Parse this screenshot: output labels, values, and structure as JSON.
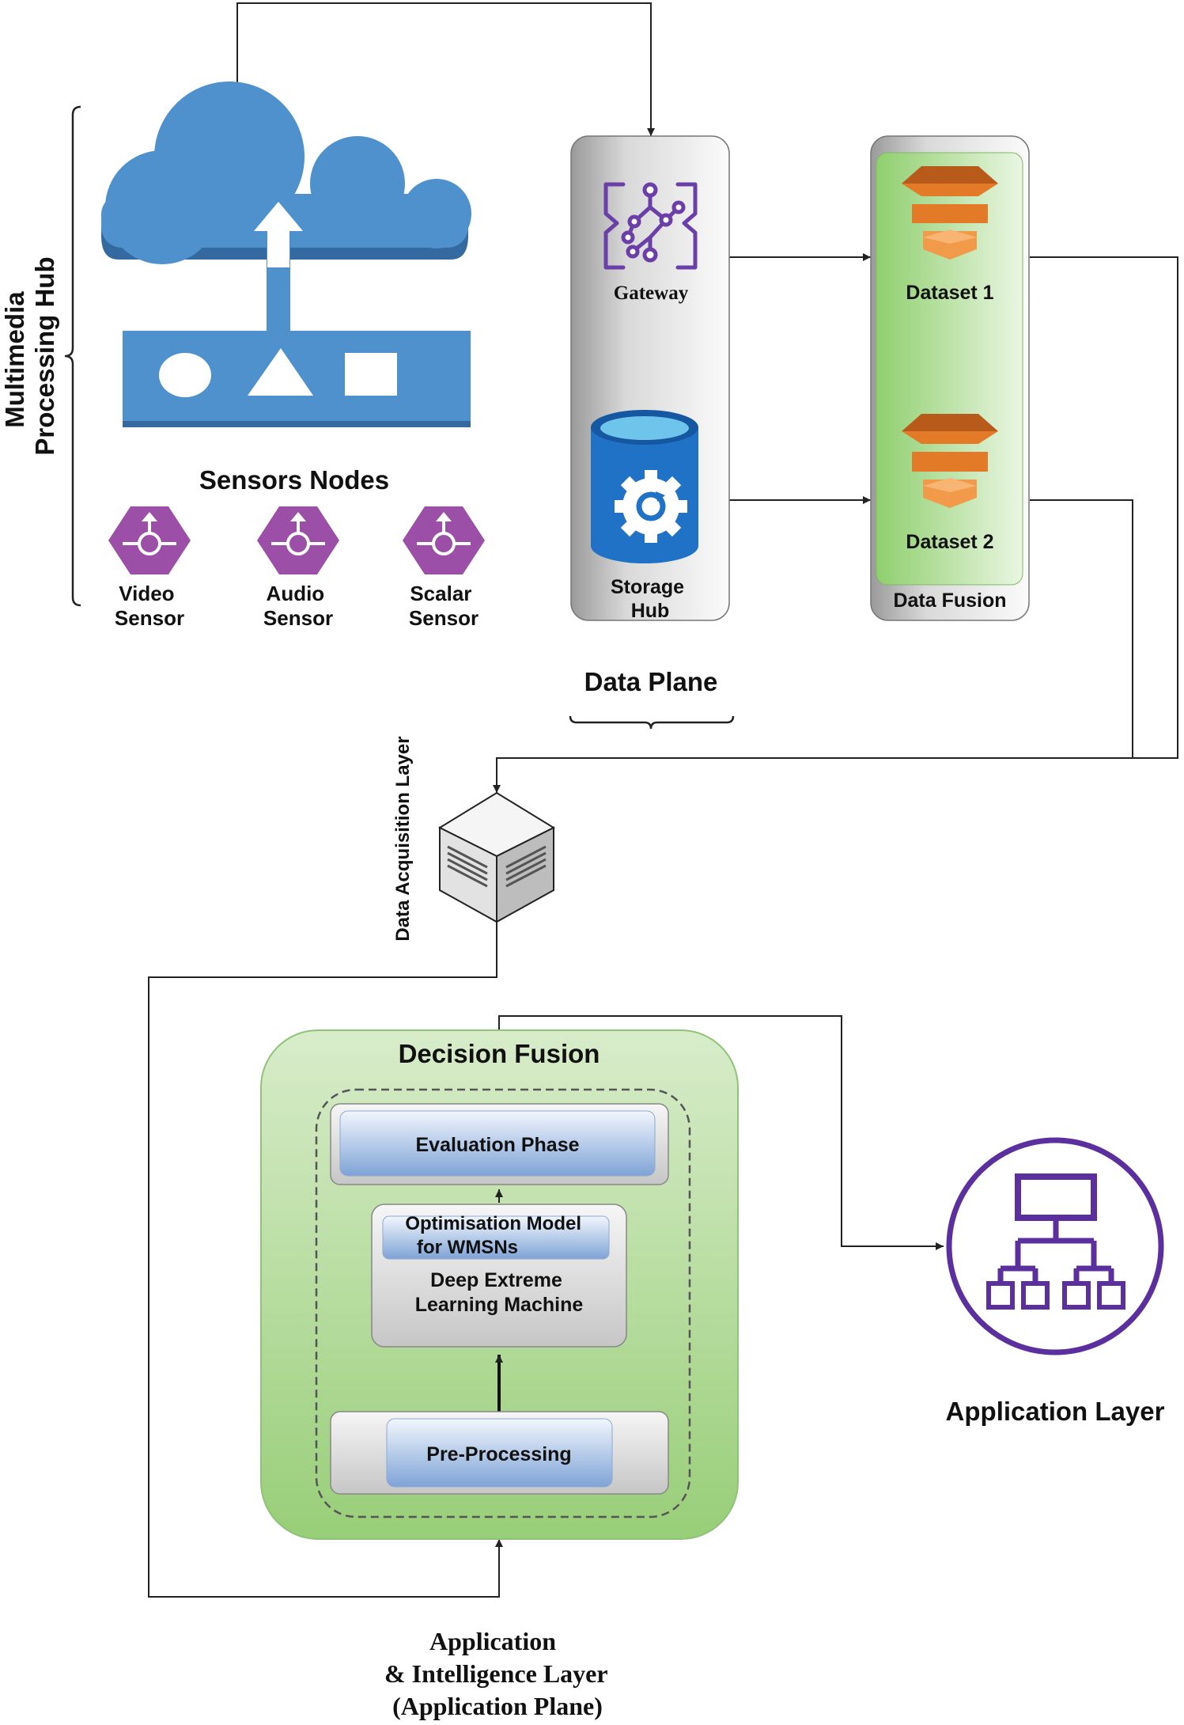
{
  "hub": {
    "label_line1": "Multimedia",
    "label_line2": "Processing Hub",
    "sensors_title": "Sensors Nodes",
    "sensors": [
      {
        "line1": "Video",
        "line2": "Sensor"
      },
      {
        "line1": "Audio",
        "line2": "Sensor"
      },
      {
        "line1": "Scalar",
        "line2": "Sensor"
      }
    ]
  },
  "data_plane": {
    "title": "Data Plane",
    "gateway_label": "Gateway",
    "storage_line1": "Storage",
    "storage_line2": "Hub"
  },
  "data_fusion": {
    "title": "Data Fusion",
    "dataset1": "Dataset 1",
    "dataset2": "Dataset 2"
  },
  "acquisition": {
    "label": "Data Acquisition Layer"
  },
  "decision_fusion": {
    "title": "Decision Fusion",
    "evaluation": "Evaluation Phase",
    "optim_line1": "Optimisation Model",
    "optim_line2": "for WMSNs",
    "delm_line1": "Deep Extreme",
    "delm_line2": "Learning Machine",
    "preprocessing": "Pre-Processing"
  },
  "application_layer": {
    "label": "Application Layer"
  },
  "intelligence_layer": {
    "line1": "Application",
    "line2": "& Intelligence Layer",
    "line3": "(Application Plane)"
  },
  "colors": {
    "cloud": "#4f91cd",
    "cloud_dark": "#356aa0",
    "sensor": "#9b4fa6",
    "gateway_icon": "#6a3fa8",
    "storage": "#1f72c6",
    "storage_top": "#6ec4ea",
    "dataset": "#e37a28",
    "green_panel": "#a7d68b",
    "app_icon": "#5b2f9e"
  }
}
